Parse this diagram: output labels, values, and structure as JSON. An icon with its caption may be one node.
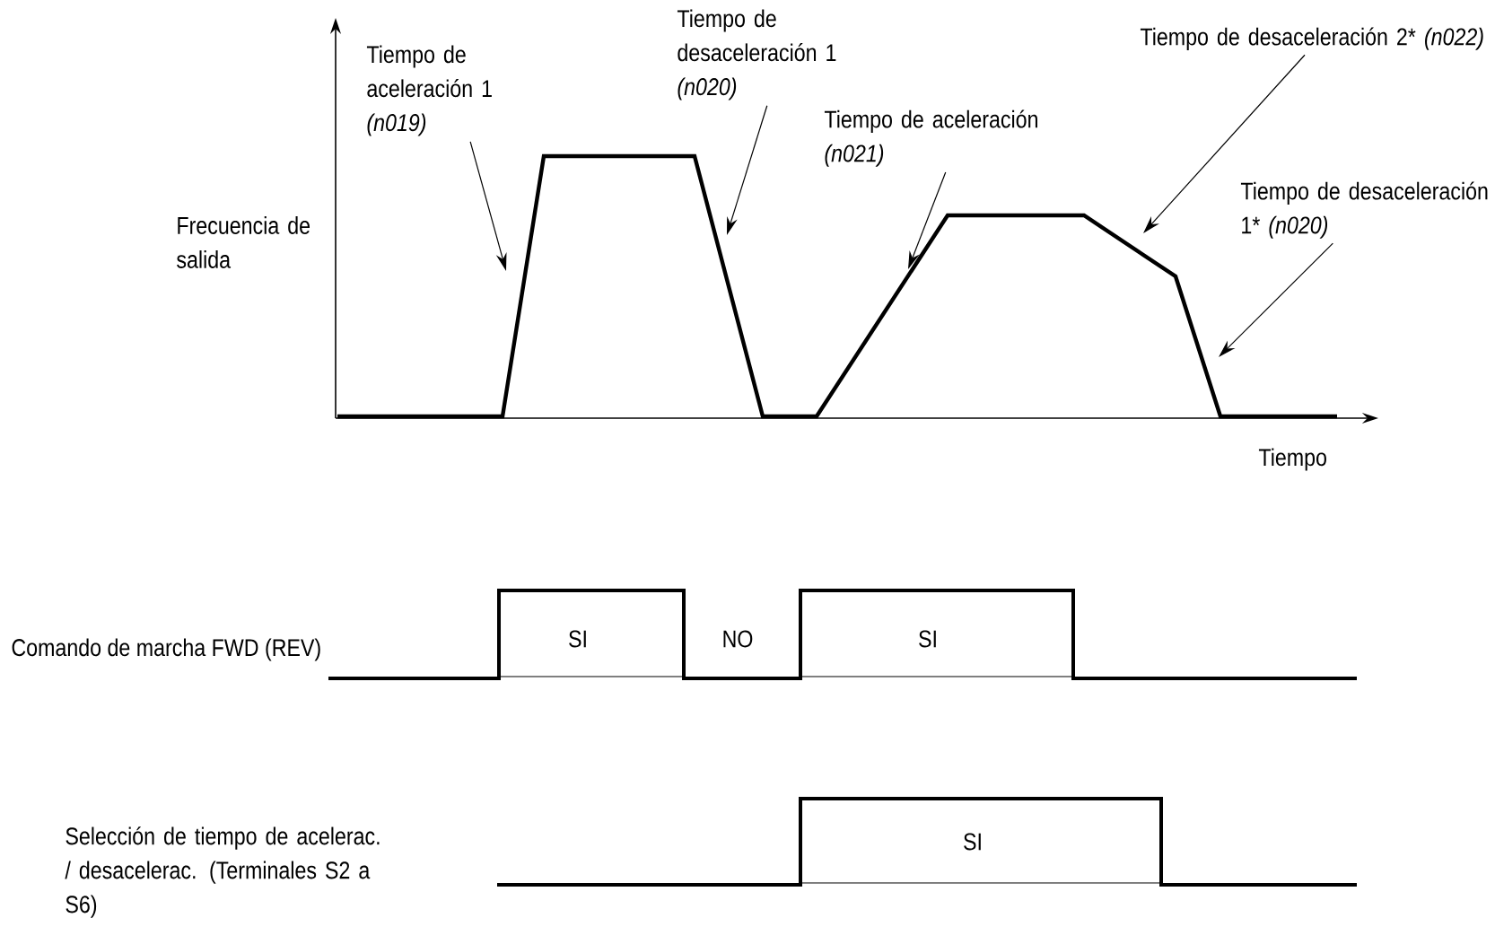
{
  "diagram": {
    "nodes": [
      {
        "text": [
          "Tiempo de aceleración 1 *(n019)*"
        ]
      },
      {
        "text": [
          "Tiempo de desaceleración 1 *(n020)*"
        ]
      },
      {
        "text": [
          "Tiempo de aceleración *(n021)*"
        ]
      },
      {
        "text": [
          "Tiempo de desaceleración 2* *(n022)*"
        ]
      },
      {
        "text": [
          "Tiempo de desaceleración 1* *(n020)*"
        ]
      }
    ],
    "edges": [
      {
        "from": 0,
        "to": null,
        "arrow": "to"
      },
      {
        "from": 1,
        "to": null,
        "arrow": "to"
      },
      {
        "from": 2,
        "to": null,
        "arrow": "to"
      },
      {
        "from": 3,
        "to": null,
        "arrow": "to"
      },
      {
        "from": 4,
        "to": null,
        "arrow": "to"
      }
    ],
    "labels": [
      "Frecuencia de salida",
      "Tiempo",
      "Comando de marcha FWD (REV)",
      "SI",
      "NO",
      "SI",
      "Selección de tiempo de acelerac. / desacelerac. (Terminales S2 a S6)",
      "SI"
    ]
  }
}
